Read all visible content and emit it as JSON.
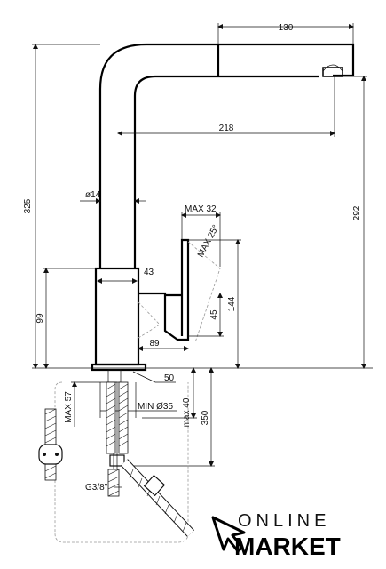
{
  "dimensions": {
    "spout_reach_top": "130",
    "spout_reach": "218",
    "total_height": "325",
    "spout_height": "292",
    "body_diameter": "ø14",
    "lever_max_width": "MAX 32",
    "lever_angle": "MAX 25°",
    "lever_height": "144",
    "lever_offset": "45",
    "body_depth": "43",
    "base_height": "99",
    "lever_reach": "89",
    "base_width": "50",
    "hose_max": "MAX 57",
    "hole_diameter": "MIN Ø35",
    "counter_thickness": "max 40",
    "hose_length": "350",
    "thread": "G3/8\""
  },
  "logo": {
    "line1": "ONLINE",
    "line2": "MARKET"
  }
}
